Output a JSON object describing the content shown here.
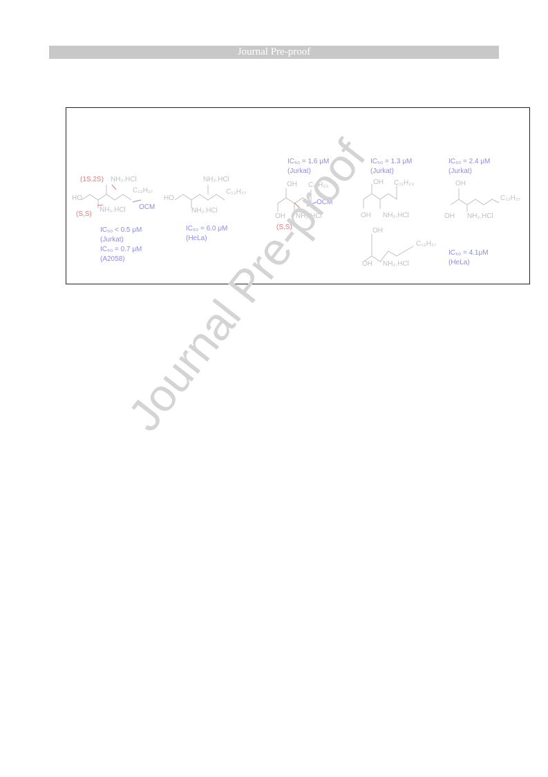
{
  "header": {
    "title": "Journal Pre-proof"
  },
  "watermark": {
    "text": "Journal Pre-proof"
  },
  "colors": {
    "structure": "#c0c0c0",
    "note_red": "#e27878",
    "note_blue": "#8c8ce6"
  },
  "figure": {
    "compound1": {
      "oh_label": "HO",
      "nh2_top": "NH₂.HCl",
      "nh2_bottom": "NH₂.HCl",
      "chain": "C₁₃H₂₇",
      "stereo_label": "(S,S)",
      "config_label": "(1S,2S)",
      "ocm_label": "OCM",
      "ic50_line1": "IC₅₀ < 0.5 μM",
      "cell_line1": "(Jurkat)",
      "ic50_line2": "IC₅₀ = 0.7 μM",
      "cell_line2": "(A2058)"
    },
    "compound2": {
      "oh_label": "HO",
      "nh2_top": "NH₂.HCl",
      "nh2_bottom": "NH₂.HCl",
      "chain": "C₁₃H₂₇",
      "ic50": "IC₅₀ = 6.0 μM",
      "cell": "(HeLa)"
    },
    "compound3": {
      "ic50": "IC₅₀ = 1.6 μM",
      "cell": "(Jurkat)",
      "oh_top": "OH",
      "oh_bottom": "OH",
      "nh2": "NH₂.HCl",
      "chain": "C₁₁H₂₃",
      "ocm_label": "OCM",
      "stereo_label": "(S,S)"
    },
    "compound4": {
      "ic50": "IC₅₀ = 1.3 μM",
      "cell": "(Jurkat)",
      "oh_top": "OH",
      "oh_bottom": "OH",
      "nh2": "NH₂.HCl",
      "chain": "C₁₁H₂₃"
    },
    "compound5": {
      "ic50": "IC₅₀ = 2.4 μM",
      "cell": "(Jurkat)",
      "oh_top": "OH",
      "oh_bottom": "OH",
      "nh2": "NH₂.HCl",
      "chain": "C₁₃H₂₇"
    },
    "compound6": {
      "oh_top": "OH",
      "oh_bottom": "OH",
      "nh2": "NH₂.HCl",
      "chain": "C₁₃H₂₇",
      "ic50": "IC₅₀ = 4.1μM",
      "cell": "(HeLa)"
    }
  }
}
